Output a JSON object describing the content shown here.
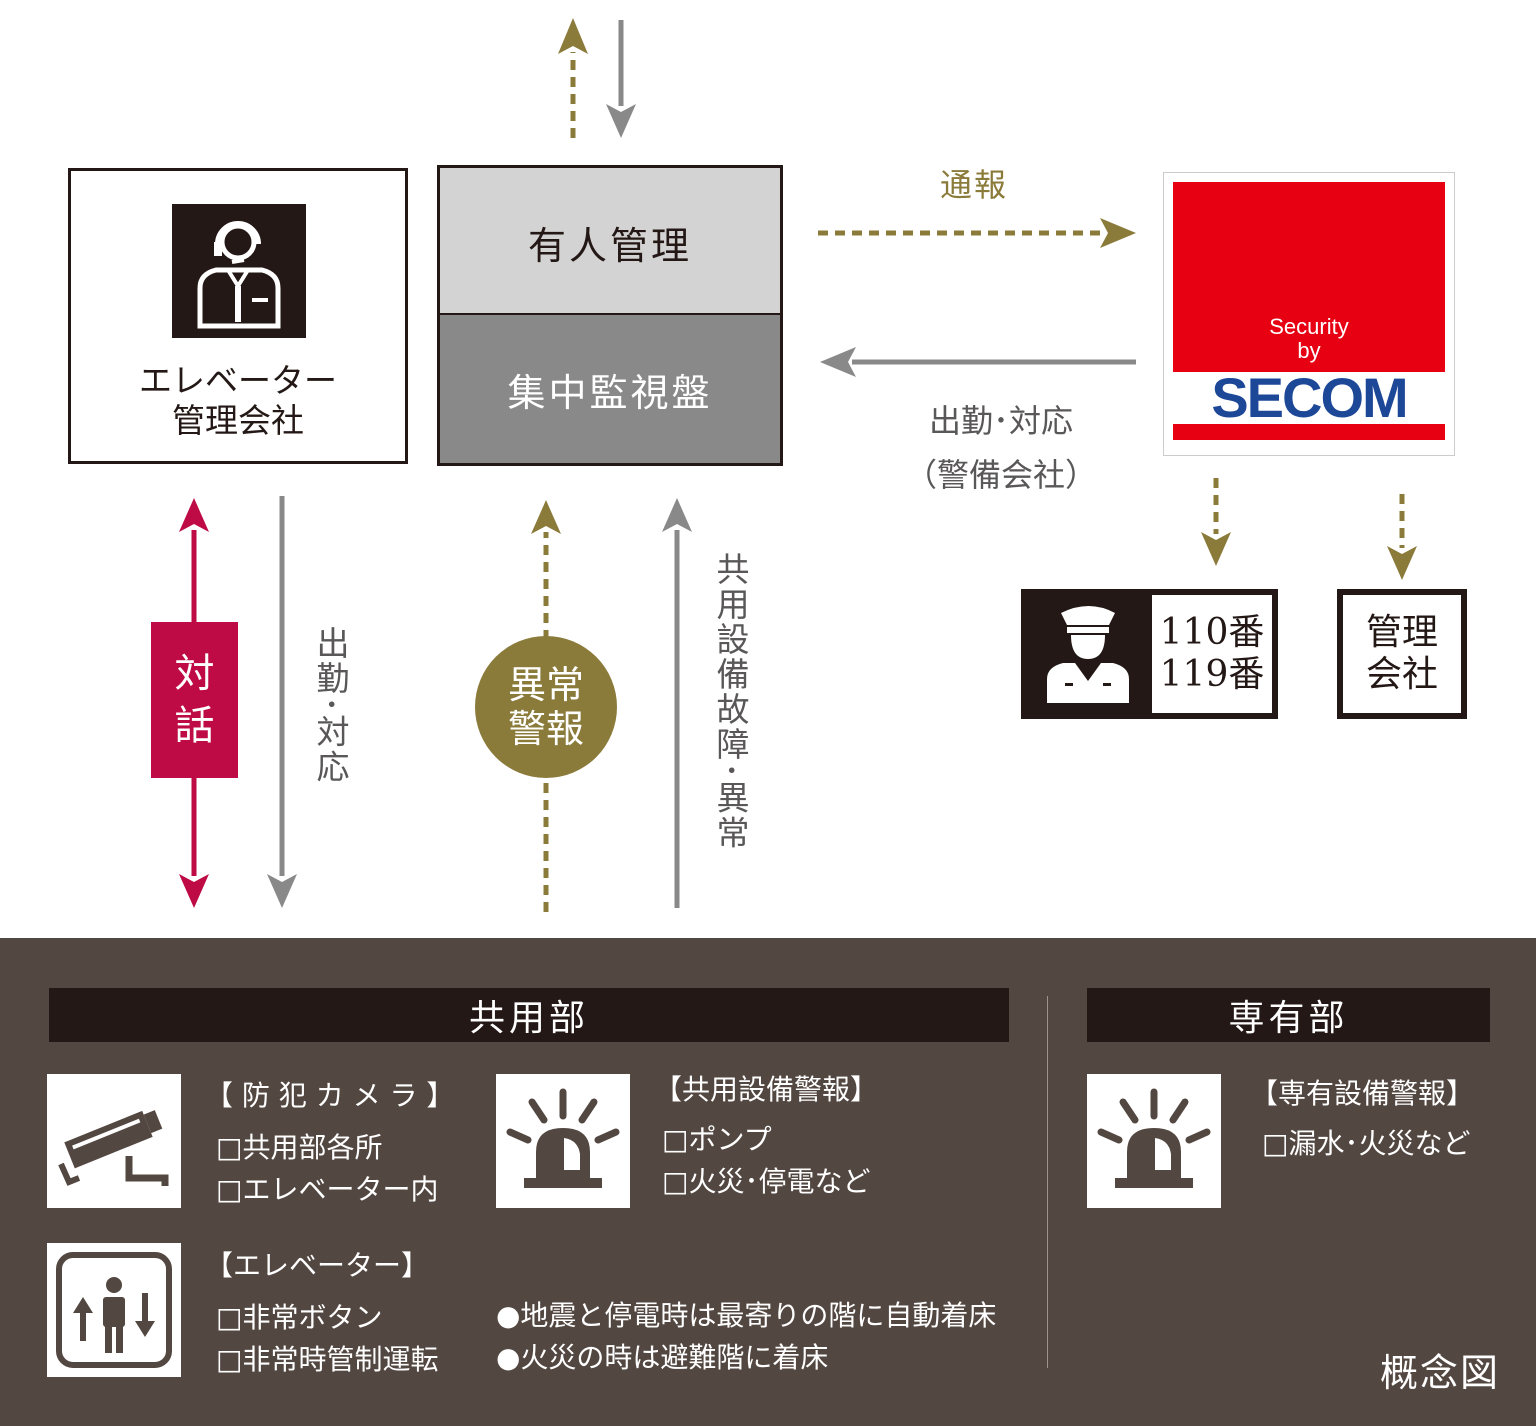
{
  "diagram": {
    "elevator_company": {
      "label": "エレベーター\n管理会社",
      "icon": "operator-headset-icon"
    },
    "central": {
      "top_label": "有人管理",
      "bottom_label": "集中監視盤"
    },
    "secom": {
      "by_text": "Security\nby",
      "logo_text": "SECOM"
    },
    "arrow_notify_label": "通報",
    "arrow_dispatch_label": "出勤･対応\n（警備会社）",
    "police_fire": {
      "label": "110番\n119番",
      "icon": "police-officer-icon"
    },
    "management_company": {
      "label": "管理\n会社"
    },
    "dialog_label": "対\n話",
    "dispatch_vertical_label": "出勤･対応",
    "alarm_circle_label": "異常\n警報",
    "equipment_fault_label": "共用設備故障･異常"
  },
  "panel": {
    "common_title": "共用部",
    "private_title": "専有部",
    "camera": {
      "heading": "【 防 犯 カ メ ラ 】",
      "items": [
        "□共用部各所",
        "□エレベーター内"
      ],
      "icon": "security-camera-icon"
    },
    "common_alarm": {
      "heading": "【共用設備警報】",
      "items": [
        "□ポンプ",
        "□火災･停電など"
      ],
      "icon": "alarm-light-icon"
    },
    "elevator": {
      "heading": "【エレベーター】",
      "items": [
        "□非常ボタン",
        "□非常時管制運転"
      ],
      "notes": [
        "●地震と停電時は最寄りの階に自動着床",
        "●火災の時は避難階に着床"
      ],
      "icon": "elevator-icon"
    },
    "private_alarm": {
      "heading": "【専有設備警報】",
      "items": [
        "□漏水･火災など"
      ],
      "icon": "alarm-light-icon"
    },
    "footer_label": "概念図"
  },
  "colors": {
    "dark": "#231815",
    "gold": "#8b7b3a",
    "gray": "#898989",
    "crimson": "#be0a45",
    "panel": "#534741",
    "secom_red": "#e60012",
    "secom_blue": "#1d4797"
  }
}
